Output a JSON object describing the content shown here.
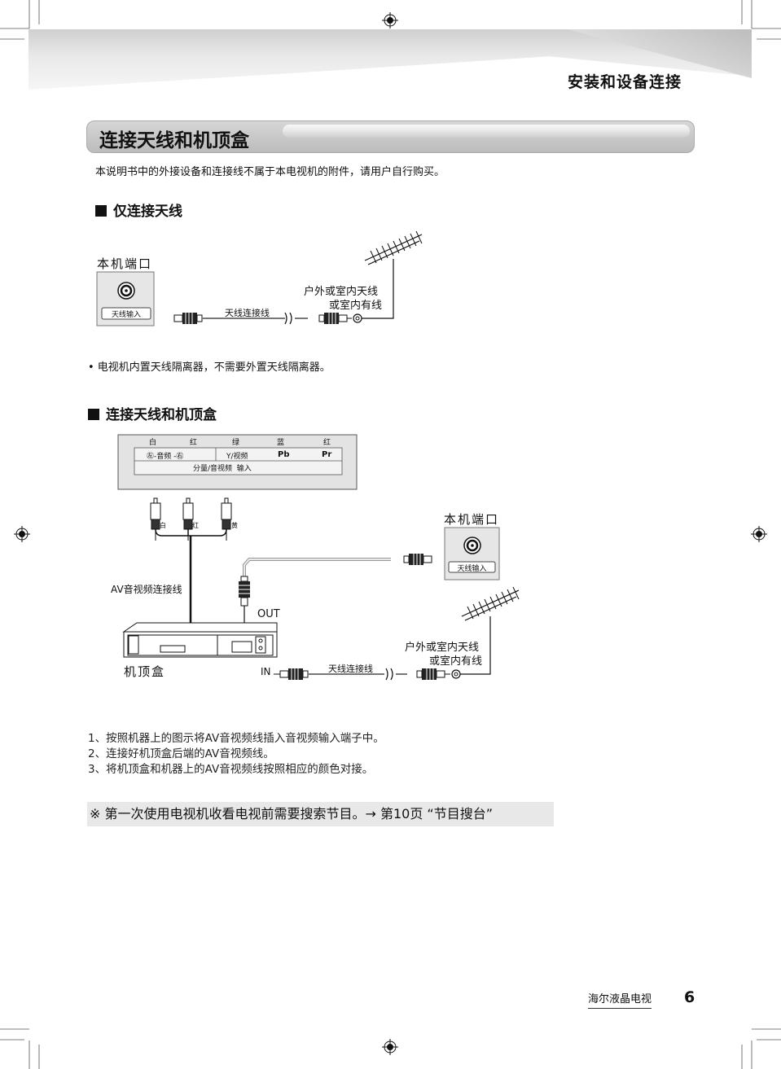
{
  "header": {
    "section_tag": "安装和设备连接"
  },
  "title": "连接天线和机顶盒",
  "intro": "本说明书中的外接设备和连接线不属于本电视机的附件，请用户自行购买。",
  "section1": {
    "heading": "仅连接天线",
    "tv_port_label": "本机端口",
    "antenna_input_label": "天线输入",
    "cable_label": "天线连接线",
    "antenna_label_line1": "户外或室内天线",
    "antenna_label_line2": "或室内有线",
    "note": "• 电视机内置天线隔离器，不需要外置天线隔离器。"
  },
  "section2": {
    "heading": "连接天线和机顶盒",
    "panel_colors": [
      "白",
      "红",
      "绿",
      "蓝",
      "红"
    ],
    "panel_row2": [
      "㊧-音频 -㊨",
      "Y/视频",
      "Pb",
      "Pr"
    ],
    "panel_row3": "分量/音视频  输入",
    "plug_labels": [
      "白",
      "红",
      "黄"
    ],
    "av_cable_label": "AV音视频连接线",
    "tv_port_label": "本机端口",
    "antenna_input_label": "天线输入",
    "out_label": "OUT",
    "in_label": "IN",
    "stb_label": "机顶盒",
    "cable_label": "天线连接线",
    "antenna_label_line1": "户外或室内天线",
    "antenna_label_line2": "或室内有线"
  },
  "steps": [
    "1、按照机器上的图示将AV音视频线插入音视频输入端子中。",
    "2、连接好机顶盒后端的AV音视频线。",
    "3、将机顶盒和机器上的AV音视频线按照相应的颜色对接。"
  ],
  "notice": "※ 第一次使用电视机收看电视前需要搜索节目。→ 第10页 “节目搜台”",
  "footer": {
    "brand": "海尔液晶电视",
    "page": "6"
  }
}
